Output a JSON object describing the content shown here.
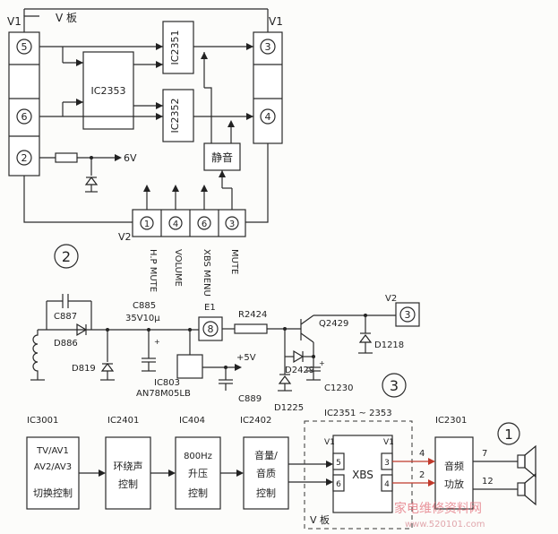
{
  "section2": {
    "v1_left": "V1",
    "v1_right": "V1",
    "v_board": "V 板",
    "pin5": "5",
    "pin6": "6",
    "pin2": "2",
    "pin3": "3",
    "pin4": "4",
    "ic2353": "IC2353",
    "ic2351": "IC2351",
    "ic2352": "IC2352",
    "mute_block": "静音",
    "v6": "6V",
    "v2": "V2",
    "conn_pins": [
      "1",
      "4",
      "6",
      "3"
    ],
    "conn_labels": [
      "H.P MUTE",
      "VOLUME",
      "XBS MENU",
      "MUTE"
    ],
    "section_number": "2"
  },
  "section3": {
    "c887": "C887",
    "d886": "D886",
    "c885": "C885",
    "c885_val": "35V10μ",
    "e1": "E1",
    "e1_pin": "8",
    "r2424": "R2424",
    "q2429": "Q2429",
    "v2": "V2",
    "v2_pin": "3",
    "d1218": "D1218",
    "d819": "D819",
    "ic803": "IC803",
    "an78": "AN78M05LB",
    "plus5v": "+5V",
    "c889": "C889",
    "d2429": "D2429",
    "d1225": "D1225",
    "c1230": "C1230",
    "section_number": "3"
  },
  "section1": {
    "ic3001": "IC3001",
    "ic2401": "IC2401",
    "ic404": "IC404",
    "ic2402": "IC2402",
    "ic2351_53": "IC2351 ~ 2353",
    "ic2301": "IC2301",
    "b1_lines": [
      "TV/AV1",
      "AV2/AV3",
      "切换控制"
    ],
    "b2_lines": [
      "环绕声",
      "控制"
    ],
    "b3_lines": [
      "800Hz",
      "升压",
      "控制"
    ],
    "b4_lines": [
      "音量/",
      "音质",
      "控制"
    ],
    "xbs": "XBS",
    "v1a": "V1",
    "v1b": "V1",
    "p5": "5",
    "p6": "6",
    "p3": "3",
    "p4": "4",
    "out4": "4",
    "out2": "2",
    "amp_lines": [
      "音频",
      "功放"
    ],
    "out7": "7",
    "out12": "12",
    "v_board": "V 板",
    "section_number": "1"
  },
  "watermark": {
    "text": "家电维修资料网",
    "url": "www.520101.com"
  }
}
